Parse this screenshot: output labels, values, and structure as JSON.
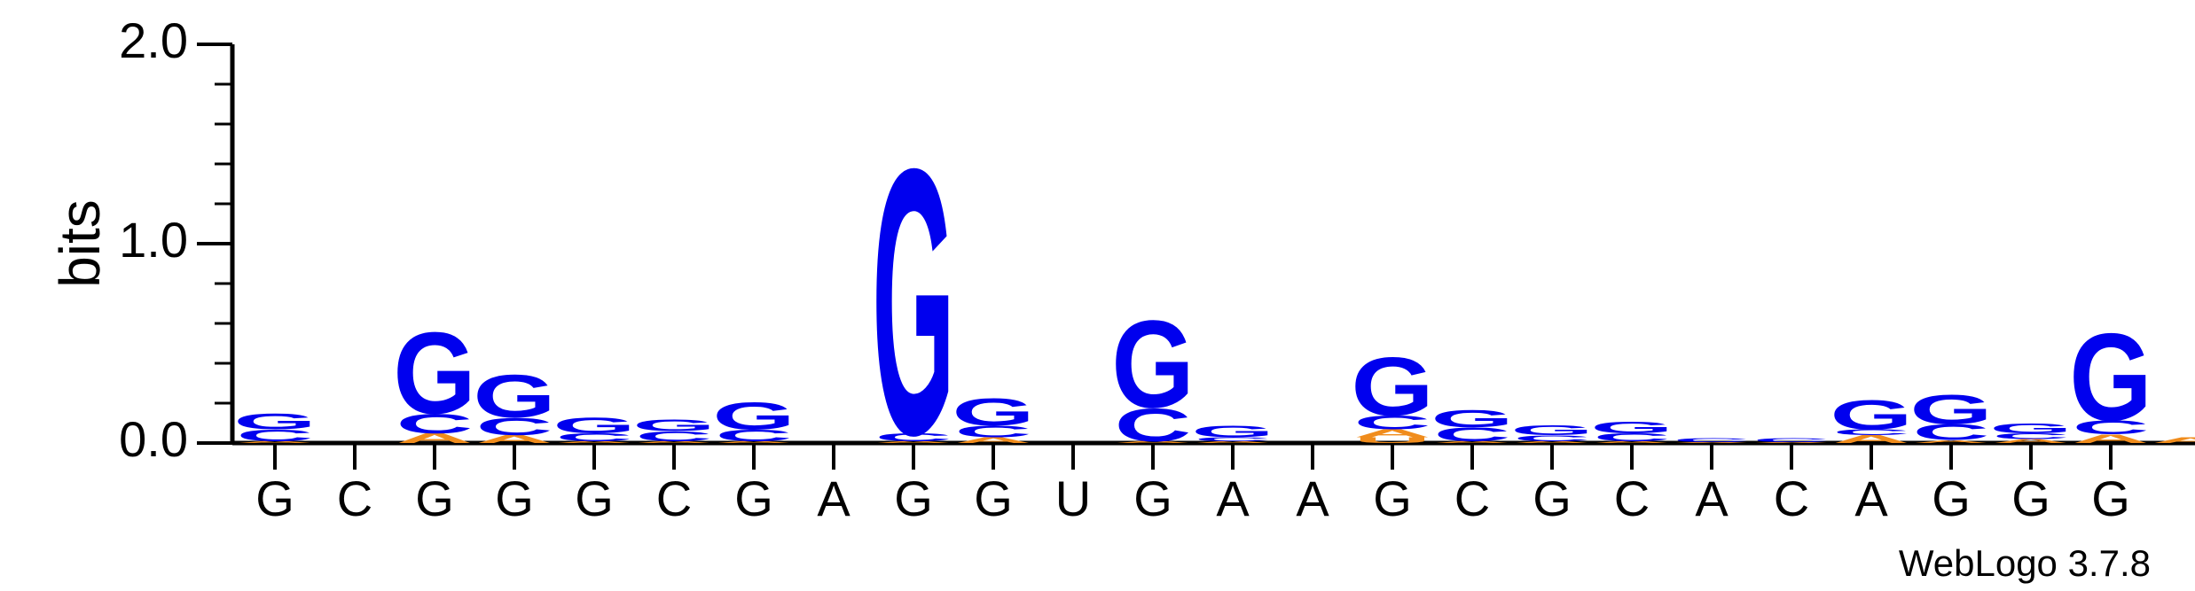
{
  "chart_data": {
    "type": "sequence-logo",
    "ylabel": "bits",
    "ylim": [
      0,
      2.0
    ],
    "yticks": [
      "0.0",
      "1.0",
      "2.0"
    ],
    "credit": "WebLogo 3.7.8",
    "colors": {
      "G": "#0000ee",
      "C": "#0000ee",
      "A": "#f08c1c",
      "U": "#f08c1c"
    },
    "positions": [
      {
        "label": "G",
        "stack": [
          {
            "letter": "A",
            "bits": 0.01
          },
          {
            "letter": "C",
            "bits": 0.06
          },
          {
            "letter": "G",
            "bits": 0.08
          }
        ]
      },
      {
        "label": "C",
        "stack": []
      },
      {
        "label": "G",
        "stack": [
          {
            "letter": "A",
            "bits": 0.05
          },
          {
            "letter": "C",
            "bits": 0.1
          },
          {
            "letter": "G",
            "bits": 0.42
          }
        ]
      },
      {
        "label": "G",
        "stack": [
          {
            "letter": "A",
            "bits": 0.04
          },
          {
            "letter": "C",
            "bits": 0.09
          },
          {
            "letter": "G",
            "bits": 0.22
          }
        ]
      },
      {
        "label": "G",
        "stack": [
          {
            "letter": "A",
            "bits": 0.01
          },
          {
            "letter": "C",
            "bits": 0.04
          },
          {
            "letter": "G",
            "bits": 0.08
          }
        ]
      },
      {
        "label": "C",
        "stack": [
          {
            "letter": "A",
            "bits": 0.01
          },
          {
            "letter": "C",
            "bits": 0.05
          },
          {
            "letter": "G",
            "bits": 0.06
          }
        ]
      },
      {
        "label": "G",
        "stack": [
          {
            "letter": "A",
            "bits": 0.01
          },
          {
            "letter": "C",
            "bits": 0.06
          },
          {
            "letter": "G",
            "bits": 0.14
          }
        ]
      },
      {
        "label": "A",
        "stack": []
      },
      {
        "label": "G",
        "stack": [
          {
            "letter": "A",
            "bits": 0.01
          },
          {
            "letter": "C",
            "bits": 0.04
          },
          {
            "letter": "G",
            "bits": 1.37
          }
        ]
      },
      {
        "label": "G",
        "stack": [
          {
            "letter": "A",
            "bits": 0.03
          },
          {
            "letter": "C",
            "bits": 0.06
          },
          {
            "letter": "G",
            "bits": 0.14
          }
        ]
      },
      {
        "label": "U",
        "stack": []
      },
      {
        "label": "G",
        "stack": [
          {
            "letter": "A",
            "bits": 0.01
          },
          {
            "letter": "C",
            "bits": 0.17
          },
          {
            "letter": "G",
            "bits": 0.45
          }
        ]
      },
      {
        "label": "A",
        "stack": [
          {
            "letter": "A",
            "bits": 0.01
          },
          {
            "letter": "C",
            "bits": 0.02
          },
          {
            "letter": "G",
            "bits": 0.06
          }
        ]
      },
      {
        "label": "A",
        "stack": []
      },
      {
        "label": "G",
        "stack": [
          {
            "letter": "U",
            "bits": 0.03
          },
          {
            "letter": "A",
            "bits": 0.04
          },
          {
            "letter": "C",
            "bits": 0.07
          },
          {
            "letter": "G",
            "bits": 0.3
          }
        ]
      },
      {
        "label": "C",
        "stack": [
          {
            "letter": "A",
            "bits": 0.01
          },
          {
            "letter": "C",
            "bits": 0.07
          },
          {
            "letter": "G",
            "bits": 0.09
          }
        ]
      },
      {
        "label": "G",
        "stack": [
          {
            "letter": "A",
            "bits": 0.01
          },
          {
            "letter": "C",
            "bits": 0.03
          },
          {
            "letter": "G",
            "bits": 0.05
          }
        ]
      },
      {
        "label": "C",
        "stack": [
          {
            "letter": "A",
            "bits": 0.01
          },
          {
            "letter": "C",
            "bits": 0.04
          },
          {
            "letter": "G",
            "bits": 0.06
          }
        ]
      },
      {
        "label": "A",
        "stack": [
          {
            "letter": "A",
            "bits": 0.005
          },
          {
            "letter": "C",
            "bits": 0.02
          }
        ]
      },
      {
        "label": "C",
        "stack": [
          {
            "letter": "A",
            "bits": 0.005
          },
          {
            "letter": "C",
            "bits": 0.02
          }
        ]
      },
      {
        "label": "A",
        "stack": [
          {
            "letter": "A",
            "bits": 0.04
          },
          {
            "letter": "C",
            "bits": 0.03
          },
          {
            "letter": "G",
            "bits": 0.15
          }
        ]
      },
      {
        "label": "G",
        "stack": [
          {
            "letter": "A",
            "bits": 0.015
          },
          {
            "letter": "C",
            "bits": 0.08
          },
          {
            "letter": "G",
            "bits": 0.15
          }
        ]
      },
      {
        "label": "G",
        "stack": [
          {
            "letter": "A",
            "bits": 0.02
          },
          {
            "letter": "C",
            "bits": 0.03
          },
          {
            "letter": "G",
            "bits": 0.05
          }
        ]
      },
      {
        "label": "G",
        "stack": [
          {
            "letter": "A",
            "bits": 0.045
          },
          {
            "letter": "C",
            "bits": 0.07
          },
          {
            "letter": "G",
            "bits": 0.45
          }
        ]
      },
      {
        "label": "",
        "stack": [
          {
            "letter": "A",
            "bits": 0.03
          }
        ]
      }
    ]
  }
}
